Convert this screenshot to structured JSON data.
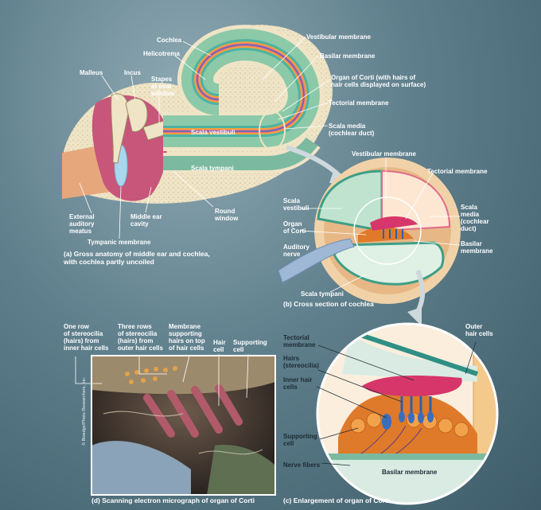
{
  "colors": {
    "background": "#587986",
    "bone": "#efe4c6",
    "scala_vestibuli": "#8cc9a8",
    "scala_tympani": "#7bb9a0",
    "cochlear_duct": "#ec6f8a",
    "tectorial_membrane": "#d6366a",
    "hair_cells": "#2f5fa8",
    "supporting_cells": "#d8832e",
    "middle_ear": "#c8557a"
  },
  "icons": [
    "magnifier-circle",
    "curved-arrow-down"
  ],
  "panel_a": {
    "labels": {
      "cochlea": "Cochlea",
      "helicotrema": "Helicotrema",
      "malleus": "Malleus",
      "incus": "Incus",
      "stapes": "Stapes\nat oval\nwindow",
      "vestibular_membrane": "Vestibular membrane",
      "basilar_membrane": "Basilar membrane",
      "organ_of_corti": "Organ of Corti (with hairs of\nhair cells displayed on surface)",
      "tectorial_membrane": "Tectorial membrane",
      "scala_media": "Scala media\n(cochlear duct)",
      "scala_vestibuli": "Scala vestibuli",
      "scala_tympani": "Scala tympani",
      "round_window": "Round\nwindow",
      "external_meatus": "External\nauditory\nmeatus",
      "middle_ear_cavity": "Middle ear\ncavity",
      "tympanic_membrane": "Tympanic membrane"
    },
    "caption": "(a)  Gross anatomy of middle ear and cochlea,\nwith cochlea partly uncoiled"
  },
  "panel_b": {
    "labels": {
      "vestibular_membrane": "Vestibular membrane",
      "tectorial_membrane": "Tectorial membrane",
      "scala_vestibuli": "Scala\nvestibuli",
      "scala_media": "Scala\nmedia\n(cochlear\nduct)",
      "organ_of_corti": "Organ\nof Corti",
      "basilar_membrane": "Basilar\nmembrane",
      "auditory_nerve": "Auditory\nnerve",
      "scala_tympani": "Scala tympani"
    },
    "caption": "(b)  Cross section of cochlea"
  },
  "panel_c": {
    "labels": {
      "tectorial_membrane": "Tectorial\nmembrane",
      "outer_hair_cells": "Outer\nhair cells",
      "hairs": "Hairs\n(stereocilia)",
      "inner_hair_cells": "Inner hair\ncells",
      "supporting_cell": "Supporting\ncell",
      "nerve_fibers": "Nerve fibers",
      "basilar_membrane": "Basilar membrane"
    },
    "caption": "(c)  Enlargement of organ of Corti"
  },
  "panel_d": {
    "labels": {
      "one_row": "One row\nof stereocilia\n(hairs) from\ninner hair cells",
      "three_rows": "Three rows\nof stereocilia\n(hairs) from\nouter hair cells",
      "membrane_supporting": "Membrane\nsupporting\nhairs on top\nof hair cells",
      "hair_cell": "Hair\ncell",
      "supporting_cell": "Supporting\ncell"
    },
    "credit": "© Bioedge/Photo Researchers, Inc.",
    "caption": "(d)  Scanning electron micrograph of organ of Corti"
  }
}
